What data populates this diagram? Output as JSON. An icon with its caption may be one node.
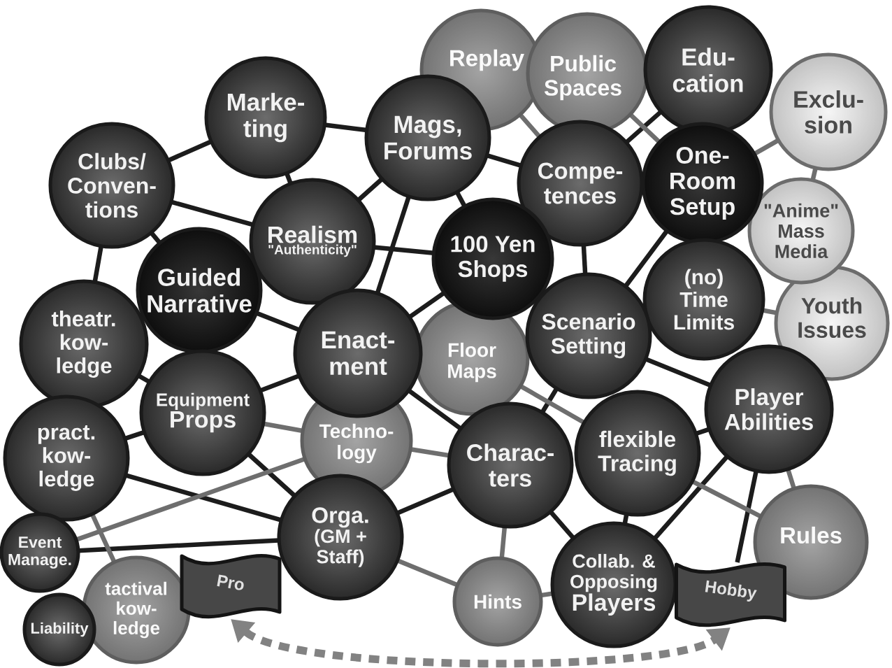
{
  "diagram": {
    "nodes": [
      {
        "text": [
          "Replay"
        ]
      },
      {
        "text": [
          "Public Spaces"
        ]
      },
      {
        "text": [
          "Edu- cation"
        ]
      },
      {
        "text": [
          "Marke- ting"
        ]
      },
      {
        "text": [
          "Mags, Forums"
        ]
      },
      {
        "text": [
          "Exclu- sion"
        ]
      },
      {
        "text": [
          "Clubs/ Conven- tions"
        ]
      },
      {
        "text": [
          "Compe- tences"
        ]
      },
      {
        "text": [
          "One- Room Setup"
        ]
      },
      {
        "text": [
          "\"Anime\" Mass Media"
        ]
      },
      {
        "text": [
          "Realism",
          "\"Authenticity\""
        ]
      },
      {
        "text": [
          "100 Yen Shops"
        ]
      },
      {
        "text": [
          "Guided Narrative"
        ]
      },
      {
        "text": [
          "(no) Time Limits"
        ]
      },
      {
        "text": [
          "theatr. kow- ledge"
        ]
      },
      {
        "text": [
          "Enact- ment"
        ]
      },
      {
        "text": [
          "Floor Maps"
        ]
      },
      {
        "text": [
          "Scenario Setting"
        ]
      },
      {
        "text": [
          "Youth Issues"
        ]
      },
      {
        "text": [
          "Equipment",
          "Props"
        ]
      },
      {
        "text": [
          "Player Abilities"
        ]
      },
      {
        "text": [
          "Techno- logy"
        ]
      },
      {
        "text": [
          "pract. kow- ledge"
        ]
      },
      {
        "text": [
          "Charac- ters"
        ]
      },
      {
        "text": [
          "flexible Tracing"
        ]
      },
      {
        "text": [
          "Orga.",
          "(GM + Staff)"
        ]
      },
      {
        "text": [
          "Rules"
        ]
      },
      {
        "text": [
          "tactival kow- ledge"
        ]
      },
      {
        "text": [
          "Event Manage."
        ]
      },
      {
        "text": [
          "Collab. & Opposing",
          "Players"
        ]
      },
      {
        "text": [
          "Hints"
        ]
      },
      {
        "text": [
          "Pro"
        ]
      },
      {
        "text": [
          "Liability"
        ]
      },
      {
        "text": [
          "Hobby"
        ]
      }
    ],
    "edges": [
      {
        "from": 6,
        "to": 3,
        "arrow": "none"
      },
      {
        "from": 6,
        "to": 12,
        "arrow": "none"
      },
      {
        "from": 6,
        "to": 14,
        "arrow": "none"
      },
      {
        "from": 6,
        "to": 10,
        "arrow": "none"
      },
      {
        "from": 3,
        "to": 4,
        "arrow": "none"
      },
      {
        "from": 3,
        "to": 10,
        "arrow": "none"
      },
      {
        "from": 4,
        "to": 10,
        "arrow": "none"
      },
      {
        "from": 4,
        "to": 11,
        "arrow": "none"
      },
      {
        "from": 4,
        "to": 7,
        "arrow": "none"
      },
      {
        "from": 4,
        "to": 15,
        "arrow": "none"
      },
      {
        "from": 7,
        "to": 2,
        "arrow": "none"
      },
      {
        "from": 7,
        "to": 17,
        "arrow": "none"
      },
      {
        "from": 8,
        "to": 17,
        "arrow": "none"
      },
      {
        "from": 10,
        "to": 11,
        "arrow": "none"
      },
      {
        "from": 11,
        "to": 15,
        "arrow": "none"
      },
      {
        "from": 12,
        "to": 15,
        "arrow": "none"
      },
      {
        "from": 14,
        "to": 19,
        "arrow": "none"
      },
      {
        "from": 22,
        "to": 19,
        "arrow": "none"
      },
      {
        "from": 22,
        "to": 25,
        "arrow": "none"
      },
      {
        "from": 28,
        "to": 25,
        "arrow": "none"
      },
      {
        "from": 19,
        "to": 25,
        "arrow": "none"
      },
      {
        "from": 19,
        "to": 15,
        "arrow": "none"
      },
      {
        "from": 15,
        "to": 23,
        "arrow": "none"
      },
      {
        "from": 17,
        "to": 23,
        "arrow": "none"
      },
      {
        "from": 17,
        "to": 20,
        "arrow": "none"
      },
      {
        "from": 20,
        "to": 24,
        "arrow": "none"
      },
      {
        "from": 20,
        "to": 33,
        "arrow": "none"
      },
      {
        "from": 20,
        "to": 29,
        "arrow": "none"
      },
      {
        "from": 23,
        "to": 29,
        "arrow": "none"
      },
      {
        "from": 24,
        "to": 29,
        "arrow": "none"
      },
      {
        "from": 23,
        "to": 25,
        "arrow": "none"
      },
      {
        "from": 0,
        "to": 7,
        "arrow": "none",
        "color": "#6e6e6e"
      },
      {
        "from": 1,
        "to": 8,
        "arrow": "none",
        "color": "#6e6e6e"
      },
      {
        "from": 5,
        "to": 8,
        "arrow": "none",
        "color": "#6e6e6e"
      },
      {
        "from": 5,
        "to": 9,
        "arrow": "none",
        "color": "#6e6e6e"
      },
      {
        "from": 18,
        "to": 13,
        "arrow": "none",
        "color": "#6e6e6e"
      },
      {
        "from": 16,
        "to": 24,
        "arrow": "none",
        "color": "#6e6e6e"
      },
      {
        "from": 21,
        "to": 23,
        "arrow": "none",
        "color": "#6e6e6e"
      },
      {
        "from": 21,
        "to": 28,
        "arrow": "none",
        "color": "#6e6e6e"
      },
      {
        "from": 19,
        "to": 21,
        "arrow": "none",
        "color": "#6e6e6e"
      },
      {
        "from": 26,
        "to": 24,
        "arrow": "none",
        "color": "#6e6e6e"
      },
      {
        "from": 26,
        "to": 20,
        "arrow": "none",
        "color": "#6e6e6e"
      },
      {
        "from": 27,
        "to": 22,
        "arrow": "none",
        "color": "#6e6e6e"
      },
      {
        "from": 30,
        "to": 23,
        "arrow": "none",
        "color": "#6e6e6e"
      },
      {
        "from": 30,
        "to": 25,
        "arrow": "none",
        "color": "#6e6e6e"
      },
      {
        "from": 30,
        "to": 29,
        "arrow": "none",
        "color": "#6e6e6e"
      },
      {
        "from": 31,
        "to": 33,
        "arrow": "both",
        "style": "dashed",
        "color": "#828282"
      }
    ]
  }
}
